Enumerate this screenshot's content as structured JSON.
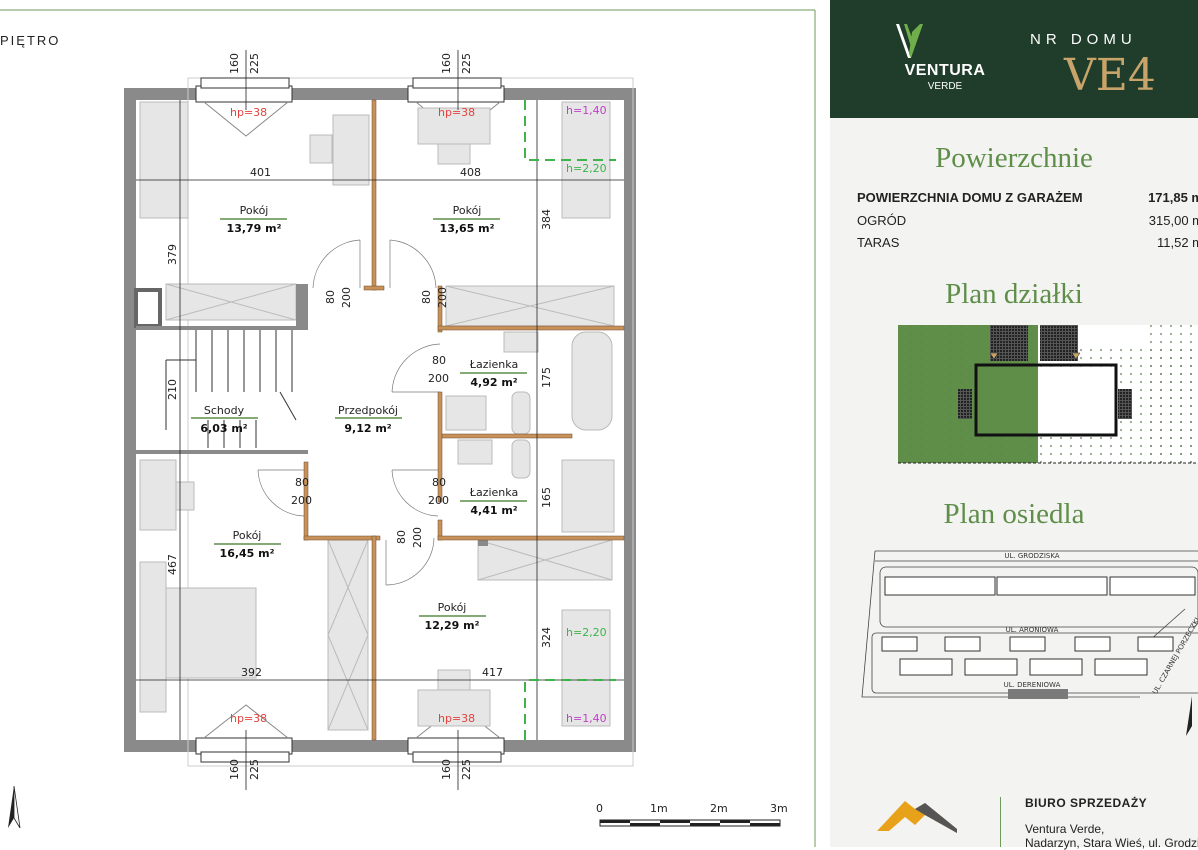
{
  "floor_label": "PIĘTRO",
  "rooms": [
    {
      "name": "Pokój",
      "area": "13,79 m²"
    },
    {
      "name": "Pokój",
      "area": "13,65 m²"
    },
    {
      "name": "Łazienka",
      "area": "4,92 m²"
    },
    {
      "name": "Schody",
      "area": "6,03 m²"
    },
    {
      "name": "Przedpokój",
      "area": "9,12 m²"
    },
    {
      "name": "Łazienka",
      "area": "4,41 m²"
    },
    {
      "name": "Pokój",
      "area": "16,45 m²"
    },
    {
      "name": "Pokój",
      "area": "12,29 m²"
    }
  ],
  "dimensions": {
    "d401": "401",
    "d408": "408",
    "d379": "379",
    "d384": "384",
    "d210": "210",
    "d175": "175",
    "d165": "165",
    "d467": "467",
    "d324": "324",
    "d392": "392",
    "d417": "417"
  },
  "window_dims": {
    "w": "160",
    "h": "225"
  },
  "sill_height": "hp=38",
  "slope_heights": {
    "low": "h=1,40",
    "high": "h=2,20"
  },
  "door_dims": {
    "w": "80",
    "h": "200"
  },
  "scale": {
    "labels": [
      "0",
      "1m",
      "2m",
      "3m"
    ]
  },
  "header": {
    "brand": "VENTURA",
    "brand_sub": "VERDE",
    "house_label": "NR DOMU",
    "house_number": "VE4",
    "bg_color": "#1f3d2a",
    "accent_color": "#c9a46a"
  },
  "surfaces": {
    "title": "Powierzchnie",
    "rows": [
      {
        "label": "POWIERZCHNIA DOMU Z GARAŻEM",
        "value": "171,85 m"
      },
      {
        "label": "OGRÓD",
        "value": "315,00 m"
      },
      {
        "label": "TARAS",
        "value": "11,52 m"
      }
    ]
  },
  "plot_plan": {
    "title": "Plan działki"
  },
  "estate_plan": {
    "title": "Plan osiedla",
    "streets": [
      "UL. GRODZISKA",
      "UL. ARONIOWA",
      "UL. DERENIOWA",
      "UL. CZARNEJ PORZECZKI"
    ]
  },
  "sales_office": {
    "title": "BIURO SPRZEDAŻY",
    "line1": "Ventura Verde,",
    "line2": "Nadarzyn, Stara Wieś, ul. Grodziska"
  },
  "colors": {
    "section_title": "#5f8e49",
    "wall_wood": "#c8915a",
    "wall_outer": "#8a8a8a"
  }
}
